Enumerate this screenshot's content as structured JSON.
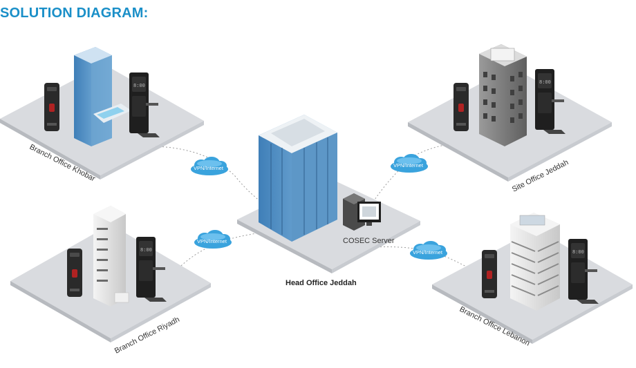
{
  "title": "SOLUTION DIAGRAM:",
  "nodes": {
    "head_office": "Head Office Jeddah",
    "server": "COSEC Server",
    "khobar": "Branch Office Khobar",
    "riyadh": "Branch Office Riyadh",
    "jeddah_site": "Site Office Jeddah",
    "lebanon": "Branch Office Lebanon"
  },
  "links": {
    "khobar": "VPN/Internet",
    "riyadh": "VPN/Internet",
    "jeddah_site": "VPN/Internet",
    "lebanon": "VPN/Internet"
  },
  "colors": {
    "title": "#1a8fc8",
    "platform": "#d9dbdf",
    "cloud": "#3aa3dd",
    "dotted_line": "#9a9a9a"
  }
}
